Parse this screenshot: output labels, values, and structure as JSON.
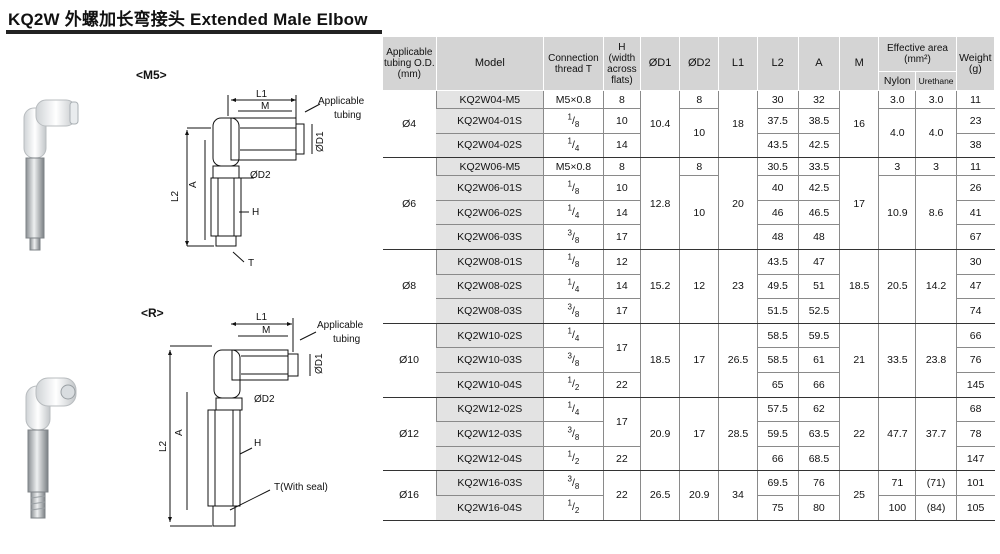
{
  "title": "KQ2W 外螺加长弯接头 Extended Male Elbow",
  "figures": {
    "m5_label": "<M5>",
    "r_label": "<R>",
    "dims": {
      "l1": "L1",
      "m": "M",
      "applicable_tubing_1": "Applicable",
      "applicable_tubing_2": "tubing",
      "d1": "ØD1",
      "d2": "ØD2",
      "a": "A",
      "l2": "L2",
      "h": "H",
      "t": "T",
      "t_seal": "T(With seal)"
    }
  },
  "table": {
    "headers": {
      "tubing": "Applicable tubing O.D. (mm)",
      "model": "Model",
      "thread": "Connection thread T",
      "h": "H (width across flats)",
      "d1": "ØD1",
      "d2": "ØD2",
      "l1": "L1",
      "l2": "L2",
      "a": "A",
      "m": "M",
      "area": "Effective area (mm²)",
      "nylon": "Nylon",
      "urethane": "Urethane",
      "weight": "Weight (g)"
    },
    "groups": [
      {
        "od": "Ø4",
        "d1": "10.4",
        "l1": "18",
        "m": "16",
        "rows": [
          {
            "model": "KQ2W04-M5",
            "thread": "M5×0.8",
            "h": "8",
            "d2": "8",
            "l2": "30",
            "a": "32",
            "nylon": "3.0",
            "urethane": "3.0",
            "weight": "11"
          },
          {
            "model": "KQ2W04-01S",
            "thread": "1/8",
            "h": "10",
            "d2": "10",
            "l2": "37.5",
            "a": "38.5",
            "nylon": "4.0",
            "urethane": "4.0",
            "weight": "23"
          },
          {
            "model": "KQ2W04-02S",
            "thread": "1/4",
            "h": "14",
            "l2": "43.5",
            "a": "42.5",
            "weight": "38"
          }
        ]
      },
      {
        "od": "Ø6",
        "d1": "12.8",
        "l1": "20",
        "m": "17",
        "rows": [
          {
            "model": "KQ2W06-M5",
            "thread": "M5×0.8",
            "h": "8",
            "d2": "8",
            "l2": "30.5",
            "a": "33.5",
            "nylon": "3",
            "urethane": "3",
            "weight": "11"
          },
          {
            "model": "KQ2W06-01S",
            "thread": "1/8",
            "h": "10",
            "d2": "10",
            "l2": "40",
            "a": "42.5",
            "nylon": "10.9",
            "urethane": "8.6",
            "weight": "26"
          },
          {
            "model": "KQ2W06-02S",
            "thread": "1/4",
            "h": "14",
            "l2": "46",
            "a": "46.5",
            "weight": "41"
          },
          {
            "model": "KQ2W06-03S",
            "thread": "3/8",
            "h": "17",
            "l2": "48",
            "a": "48",
            "weight": "67"
          }
        ]
      },
      {
        "od": "Ø8",
        "d1": "15.2",
        "d2": "12",
        "l1": "23",
        "m": "18.5",
        "nylon": "20.5",
        "urethane": "14.2",
        "rows": [
          {
            "model": "KQ2W08-01S",
            "thread": "1/8",
            "h": "12",
            "l2": "43.5",
            "a": "47",
            "weight": "30"
          },
          {
            "model": "KQ2W08-02S",
            "thread": "1/4",
            "h": "14",
            "l2": "49.5",
            "a": "51",
            "weight": "47"
          },
          {
            "model": "KQ2W08-03S",
            "thread": "3/8",
            "h": "17",
            "l2": "51.5",
            "a": "52.5",
            "weight": "74"
          }
        ]
      },
      {
        "od": "Ø10",
        "d1": "18.5",
        "d2": "17",
        "l1": "26.5",
        "m": "21",
        "nylon": "33.5",
        "urethane": "23.8",
        "rows": [
          {
            "model": "KQ2W10-02S",
            "thread": "1/4",
            "h": "17",
            "l2": "58.5",
            "a": "59.5",
            "weight": "66"
          },
          {
            "model": "KQ2W10-03S",
            "thread": "3/8",
            "l2": "58.5",
            "a": "61",
            "weight": "76"
          },
          {
            "model": "KQ2W10-04S",
            "thread": "1/2",
            "h": "22",
            "l2": "65",
            "a": "66",
            "weight": "145"
          }
        ]
      },
      {
        "od": "Ø12",
        "d1": "20.9",
        "d2": "17",
        "l1": "28.5",
        "m": "22",
        "nylon": "47.7",
        "urethane": "37.7",
        "rows": [
          {
            "model": "KQ2W12-02S",
            "thread": "1/4",
            "h": "17",
            "l2": "57.5",
            "a": "62",
            "weight": "68"
          },
          {
            "model": "KQ2W12-03S",
            "thread": "3/8",
            "l2": "59.5",
            "a": "63.5",
            "weight": "78"
          },
          {
            "model": "KQ2W12-04S",
            "thread": "1/2",
            "h": "22",
            "l2": "66",
            "a": "68.5",
            "weight": "147"
          }
        ]
      },
      {
        "od": "Ø16",
        "d1": "26.5",
        "d2": "20.9",
        "l1": "34",
        "m": "25",
        "h": "22",
        "rows": [
          {
            "model": "KQ2W16-03S",
            "thread": "3/8",
            "l2": "69.5",
            "a": "76",
            "nylon": "71",
            "urethane": "(71)",
            "weight": "101"
          },
          {
            "model": "KQ2W16-04S",
            "thread": "1/2",
            "l2": "75",
            "a": "80",
            "nylon": "100",
            "urethane": "(84)",
            "weight": "105"
          }
        ]
      }
    ]
  }
}
